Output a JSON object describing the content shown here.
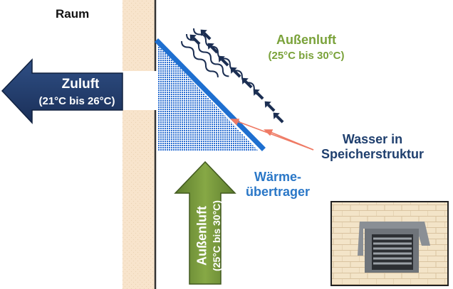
{
  "room": {
    "label": "Raum"
  },
  "supply_air": {
    "title": "Zuluft",
    "range": "(21°C bis 26°C)"
  },
  "outside_air_top": {
    "title": "Außenluft",
    "range": "(25°C bis 30°C)"
  },
  "water_label": {
    "line1": "Wasser in",
    "line2": "Speicherstruktur"
  },
  "exchanger_label": {
    "line1": "Wärme-",
    "line2": "übertrager"
  },
  "outside_air_vertical": {
    "title": "Außenluft",
    "range": "(25°C bis 30°C)"
  },
  "colors": {
    "supply_arrow": "#1f3864",
    "outside_arrow": "#6f8f3a",
    "outside_text": "#7aa23a",
    "water_text": "#1f3f6e",
    "exchanger_text": "#2a77c7",
    "exchanger_bar": "#1e6fd0",
    "pointer": "#ef7a64",
    "wall": "#f8e4cc"
  },
  "icons": [
    "heat-wave-arrows-icon",
    "wall-ventilation-grille-icon"
  ]
}
